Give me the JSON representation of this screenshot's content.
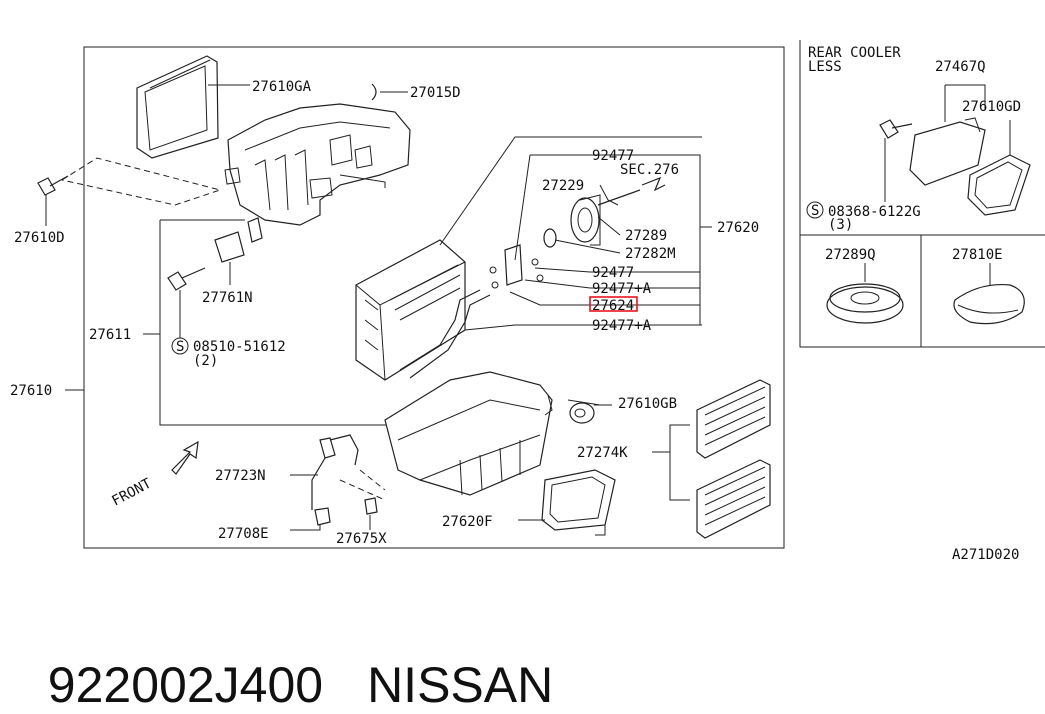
{
  "diagram": {
    "labels": {
      "p27610GA": "27610GA",
      "p27015D": "27015D",
      "p27610D": "27610D",
      "p27761N": "27761N",
      "p27611": "27611",
      "p08510": "08510-51612",
      "p08510_qty": "(2)",
      "p27610": "27610",
      "p92477_top": "92477",
      "pSEC276": "SEC.276",
      "p27229": "27229",
      "p27620": "27620",
      "p27289": "27289",
      "p27282M": "27282M",
      "p92477_mid": "92477",
      "p92477A_1": "92477+A",
      "p27624": "27624",
      "p92477A_2": "92477+A",
      "p27610GB": "27610GB",
      "p27274K": "27274K",
      "p27723N": "27723N",
      "p27708E": "27708E",
      "p27675X": "27675X",
      "p27620F": "27620F",
      "front": "FRONT",
      "rear_cooler_1": "REAR COOLER",
      "rear_cooler_2": "LESS",
      "p27467Q": "27467Q",
      "p27610GD": "27610GD",
      "p08368": "08368-6122G",
      "p08368_qty": "(3)",
      "p27289Q": "27289Q",
      "p27810E": "27810E",
      "diagram_code": "A271D020",
      "screw_symbol": "S"
    },
    "highlight_color": "#e8141b"
  },
  "footer": {
    "part_number": "922002J400",
    "brand": "NISSAN"
  }
}
